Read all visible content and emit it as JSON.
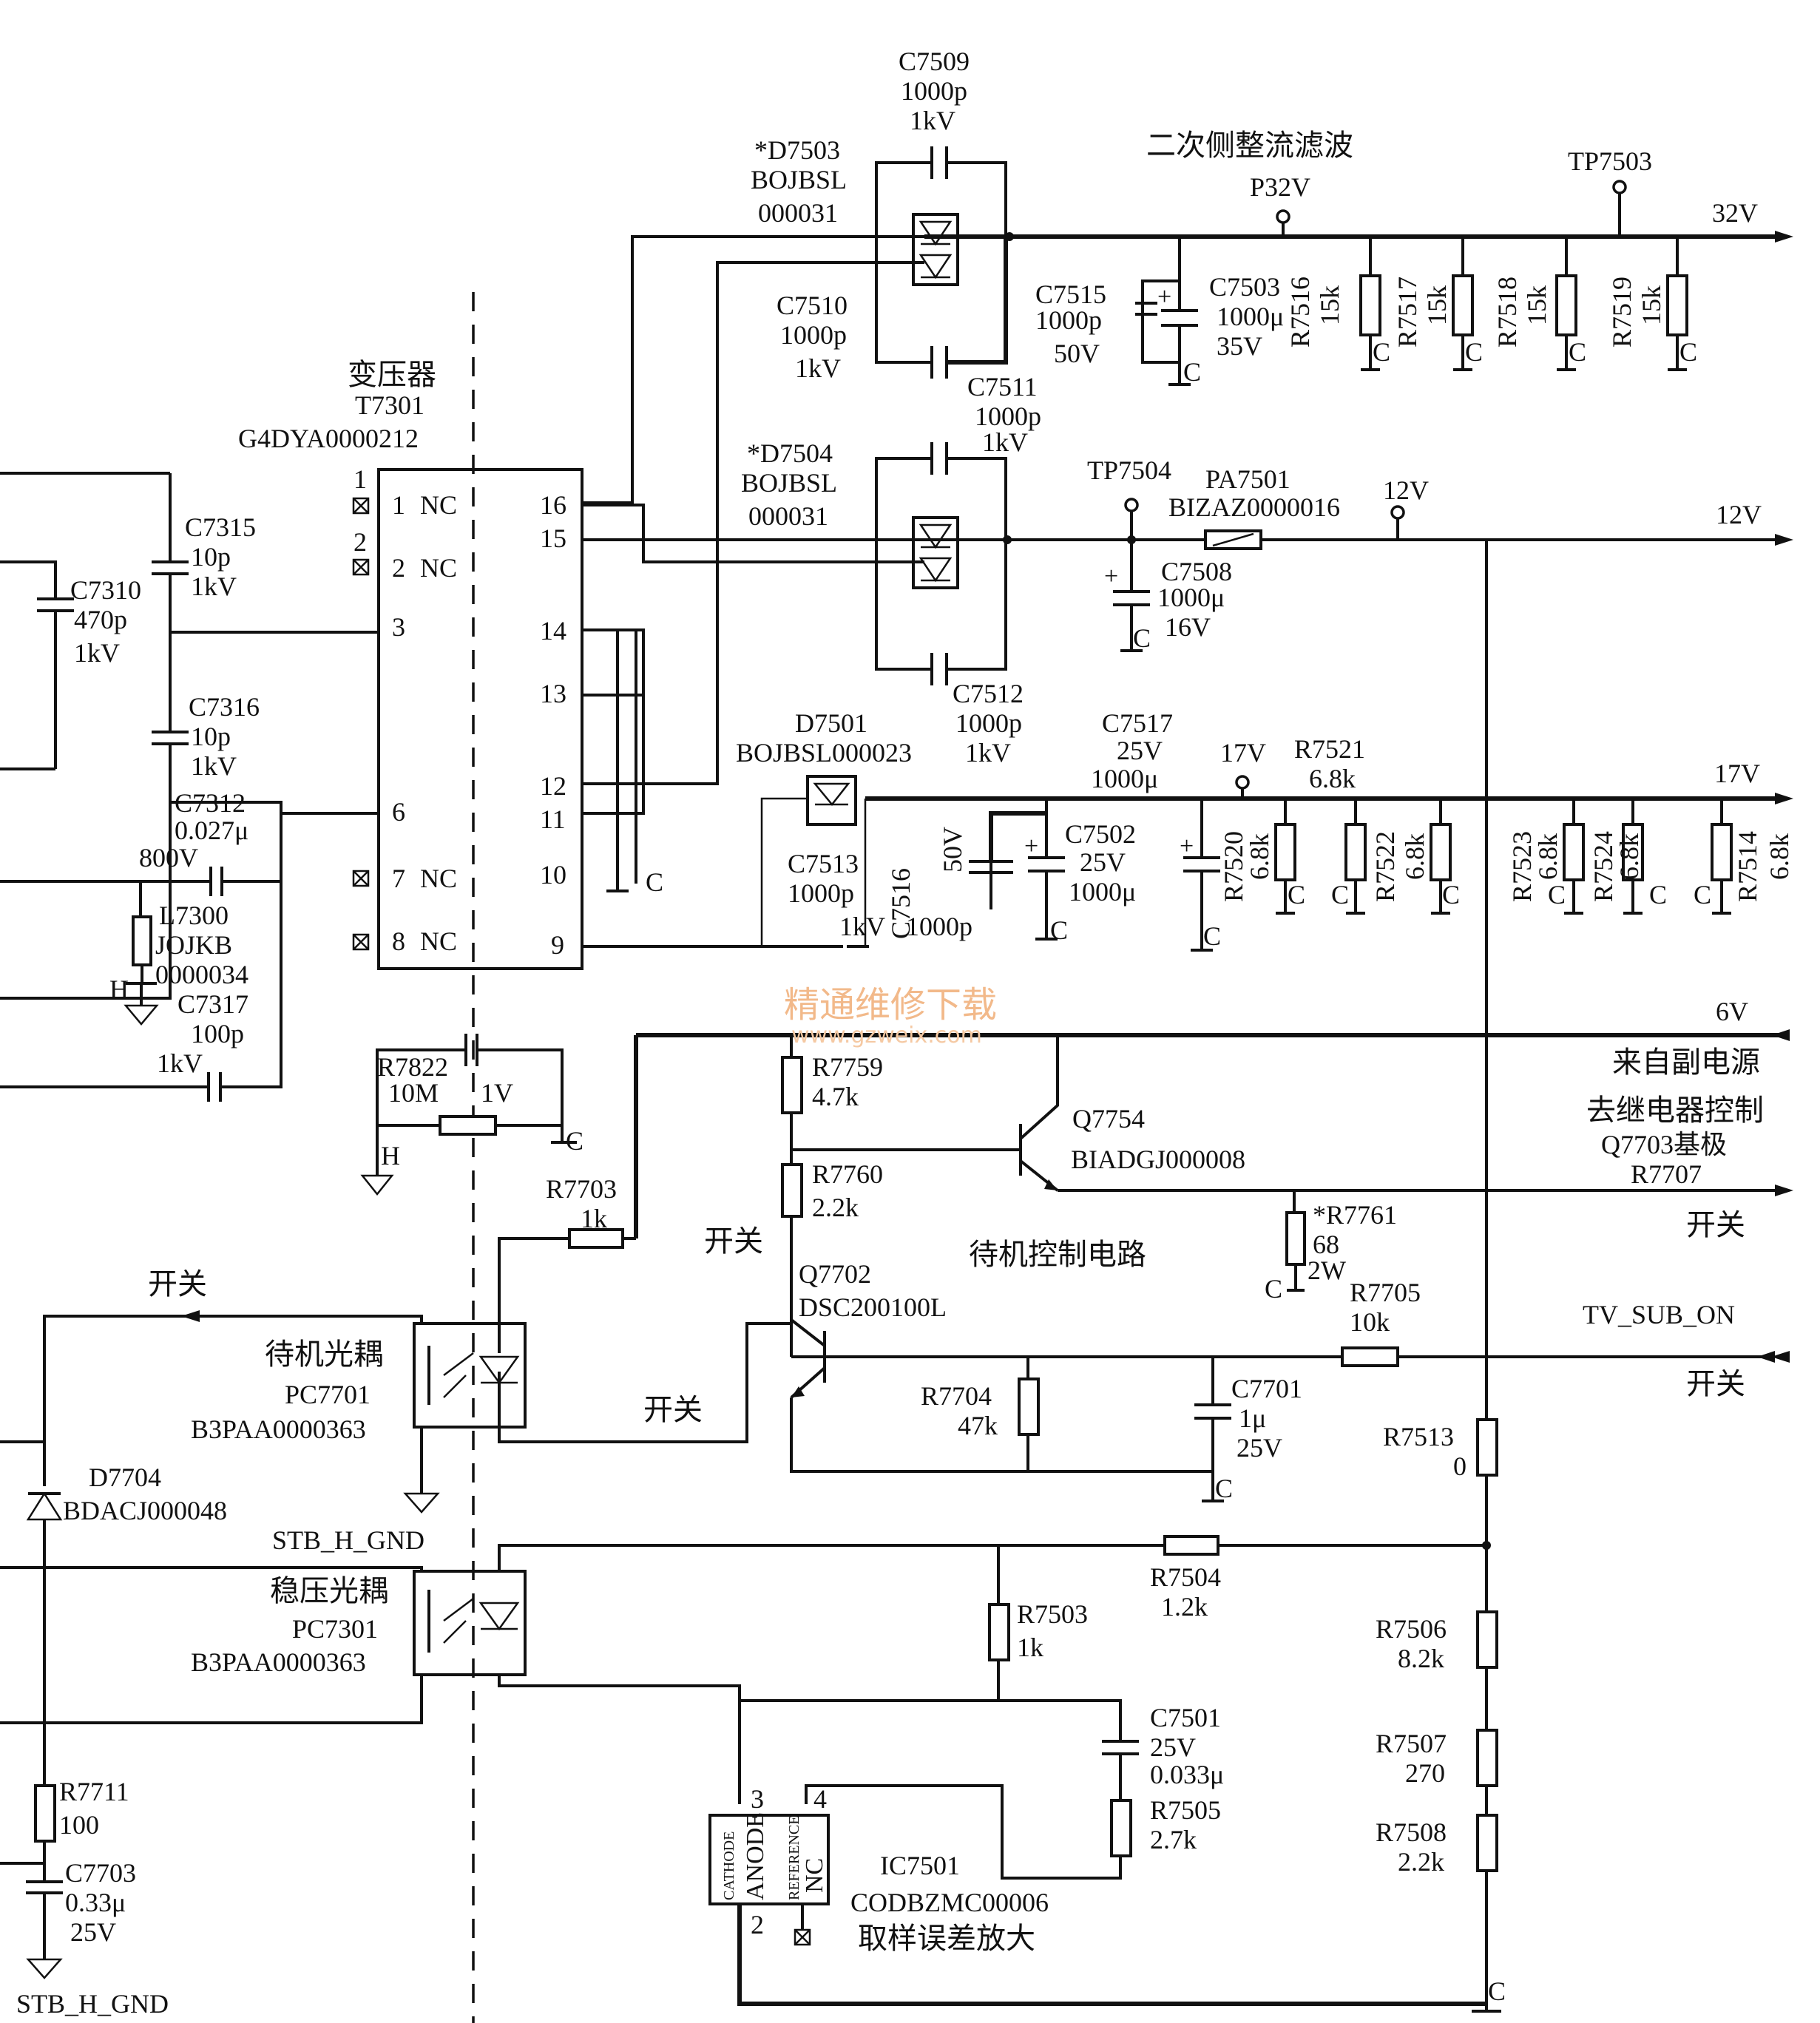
{
  "title_secondary": "二次侧整流滤波",
  "transformer": {
    "name": "变压器",
    "ref": "T7301",
    "part": "G4DYA0000212",
    "pins_left": [
      "1",
      "NC",
      "2",
      "NC",
      "3",
      "6",
      "7",
      "NC",
      "8",
      "NC"
    ],
    "pins_right": [
      "16",
      "15",
      "14",
      "13",
      "12",
      "11",
      "10",
      "9"
    ],
    "ext_pin_marks": [
      "1",
      "2"
    ]
  },
  "components": {
    "C7509": [
      "C7509",
      "1000p",
      "1kV"
    ],
    "D7503": [
      "*D7503",
      "BOJBSL",
      "000031"
    ],
    "C7510": [
      "C7510",
      "1000p",
      "1kV"
    ],
    "C7511": [
      "C7511",
      "1000p",
      "1kV"
    ],
    "D7504": [
      "*D7504",
      "BOJBSL",
      "000031"
    ],
    "C7512": [
      "C7512",
      "1000p",
      "1kV"
    ],
    "D7501": [
      "D7501",
      "BOJBSL000023"
    ],
    "C7513": [
      "C7513",
      "1000p",
      "1kV"
    ],
    "C7516": [
      "C7516",
      "50V",
      "1000p"
    ],
    "C7515": [
      "C7515",
      "1000p",
      "50V"
    ],
    "C7503": [
      "C7503",
      "1000μ",
      "35V"
    ],
    "R7516": [
      "R7516",
      "15k"
    ],
    "R7517": [
      "R7517",
      "15k"
    ],
    "R7518": [
      "R7518",
      "15k"
    ],
    "R7519": [
      "R7519",
      "15k"
    ],
    "TP7503": "TP7503",
    "P32V": "P32V",
    "TP7504": "TP7504",
    "PA7501": [
      "PA7501",
      "BIZAZ0000016"
    ],
    "C7508": [
      "C7508",
      "1000μ",
      "16V"
    ],
    "C7517": [
      "C7517",
      "25V",
      "1000μ"
    ],
    "C7502": [
      "C7502",
      "25V",
      "1000μ"
    ],
    "R7521": [
      "R7521",
      "6.8k"
    ],
    "R7520": [
      "R7520",
      "6.8k"
    ],
    "R7522": [
      "R7522",
      "6.8k"
    ],
    "R7523": [
      "R7523",
      "6.8k"
    ],
    "R7524": [
      "R7524",
      "6.8k"
    ],
    "R7514": [
      "R7514",
      "6.8k"
    ],
    "C7315": [
      "C7315",
      "10p",
      "1kV"
    ],
    "C7310": [
      "C7310",
      "470p",
      "1kV"
    ],
    "C7316": [
      "C7316",
      "10p",
      "1kV"
    ],
    "C7312": [
      "C7312",
      "0.027μ",
      "800V"
    ],
    "L7300": [
      "L7300",
      "JOJKB",
      "0000034"
    ],
    "C7317": [
      "C7317",
      "100p",
      "1kV"
    ],
    "R7822": [
      "R7822",
      "10M",
      "1V"
    ],
    "R7759": [
      "R7759",
      "4.7k"
    ],
    "R7760": [
      "R7760",
      "2.2k"
    ],
    "Q7754": [
      "Q7754",
      "BIADGJ000008"
    ],
    "R7761": [
      "*R7761",
      "68",
      "2W"
    ],
    "R7703": [
      "R7703",
      "1k"
    ],
    "Q7702": [
      "Q7702",
      "DSC200100L"
    ],
    "R7705": [
      "R7705",
      "10k"
    ],
    "R7704": [
      "R7704",
      "47k"
    ],
    "C7701": [
      "C7701",
      "1μ",
      "25V"
    ],
    "R7513": [
      "R7513",
      "0"
    ],
    "PC7701": [
      "待机光耦",
      "PC7701",
      "B3PAA0000363"
    ],
    "D7704": [
      "D7704",
      "BDACJ000048"
    ],
    "PC7301": [
      "稳压光耦",
      "PC7301",
      "B3PAA0000363"
    ],
    "R7504": [
      "R7504",
      "1.2k"
    ],
    "R7503": [
      "R7503",
      "1k"
    ],
    "R7506": [
      "R7506",
      "8.2k"
    ],
    "R7507": [
      "R7507",
      "270"
    ],
    "R7508": [
      "R7508",
      "2.2k"
    ],
    "C7501": [
      "C7501",
      "25V",
      "0.033μ"
    ],
    "R7505": [
      "R7505",
      "2.7k"
    ],
    "IC7501": [
      "IC7501",
      "CODBZMC00006",
      "取样误差放大"
    ],
    "R7711": [
      "R7711",
      "100"
    ],
    "C7703": [
      "C7703",
      "0.33μ",
      "25V"
    ]
  },
  "ic_pins": {
    "top": [
      "3",
      "4"
    ],
    "bottom": [
      "2"
    ],
    "names": [
      "CATHODE",
      "ANODE",
      "REFERENCE",
      "NC"
    ]
  },
  "nets": {
    "v32": "32V",
    "v12": "12V",
    "v12tp": "12V",
    "v17": "17V",
    "v17tp": "17V",
    "v6": "6V",
    "sub_src": "来自副电源",
    "relay1": "去继电器控制",
    "relay2": "Q7703基极",
    "relay3": "R7707",
    "tv_sub_on": "TV_SUB_ON",
    "standby": "待机控制电路",
    "switch": "开关",
    "stb_gnd": "STB_H_GND",
    "gnd_c": "C",
    "gnd_h": "H"
  },
  "watermark": {
    "cn": "精通维修下载",
    "url": "www.gzweix.com"
  }
}
